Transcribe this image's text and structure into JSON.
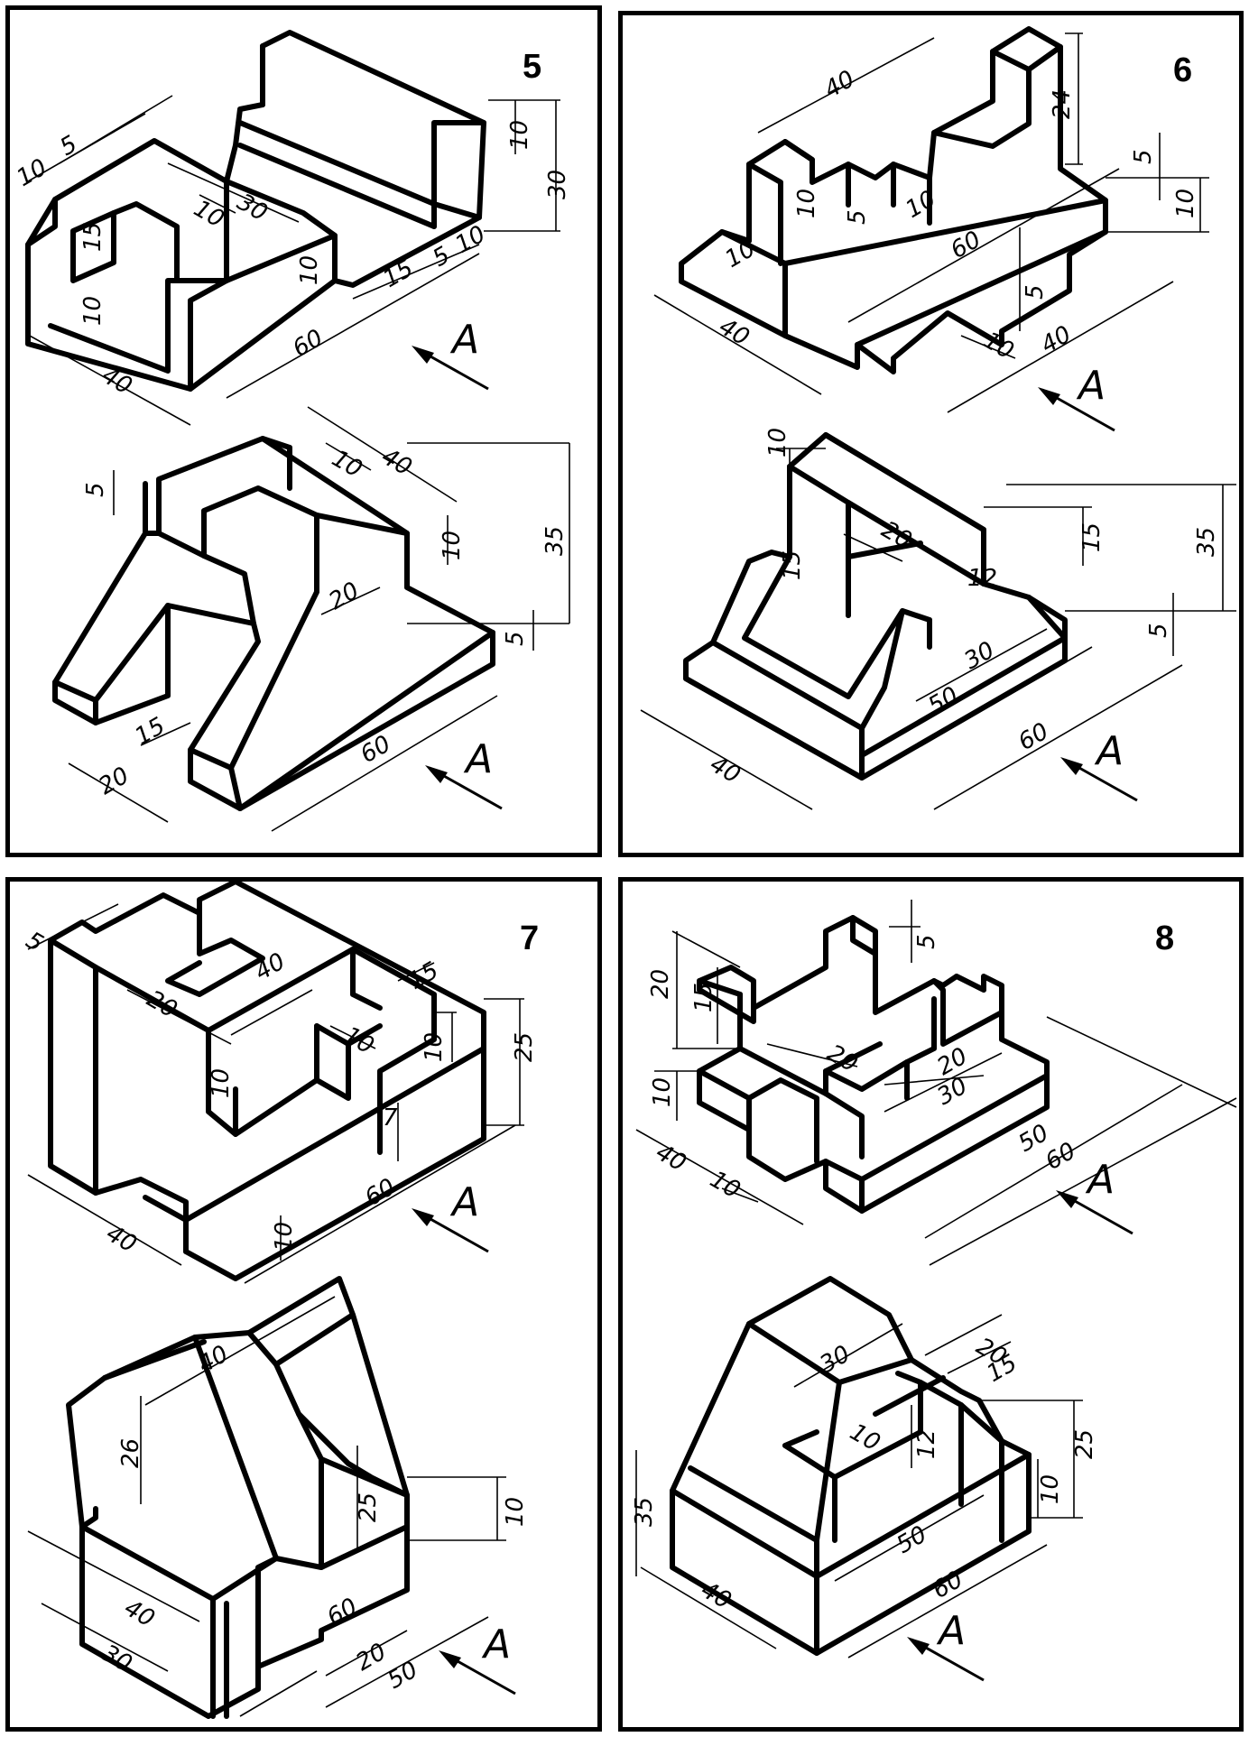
{
  "view_label": "A",
  "panels": [
    {
      "number": "5",
      "top": {
        "dims": [
          "10",
          "5",
          "30",
          "10",
          "15",
          "10",
          "10",
          "30",
          "10",
          "15",
          "5",
          "10",
          "60",
          "40"
        ]
      },
      "bottom": {
        "dims": [
          "40",
          "10",
          "5",
          "10",
          "35",
          "20",
          "5",
          "15",
          "20",
          "60"
        ]
      }
    },
    {
      "number": "6",
      "top": {
        "dims": [
          "40",
          "24",
          "5",
          "10",
          "10",
          "5",
          "10",
          "60",
          "10",
          "5",
          "10",
          "40",
          "40"
        ]
      },
      "bottom": {
        "dims": [
          "10",
          "20",
          "15",
          "15",
          "35",
          "12",
          "30",
          "5",
          "50",
          "60",
          "40"
        ]
      }
    },
    {
      "number": "7",
      "top": {
        "dims": [
          "40",
          "15",
          "25",
          "10",
          "10",
          "10",
          "7",
          "5",
          "20",
          "10",
          "60",
          "40"
        ]
      },
      "bottom": {
        "dims": [
          "40",
          "26",
          "25",
          "10",
          "40",
          "60",
          "20",
          "50",
          "30"
        ]
      }
    },
    {
      "number": "8",
      "top": {
        "dims": [
          "5",
          "20",
          "15",
          "20",
          "20",
          "10",
          "30",
          "50",
          "60",
          "40",
          "10"
        ]
      },
      "bottom": {
        "dims": [
          "30",
          "20",
          "15",
          "25",
          "35",
          "10",
          "12",
          "10",
          "50",
          "60",
          "40"
        ]
      }
    }
  ]
}
